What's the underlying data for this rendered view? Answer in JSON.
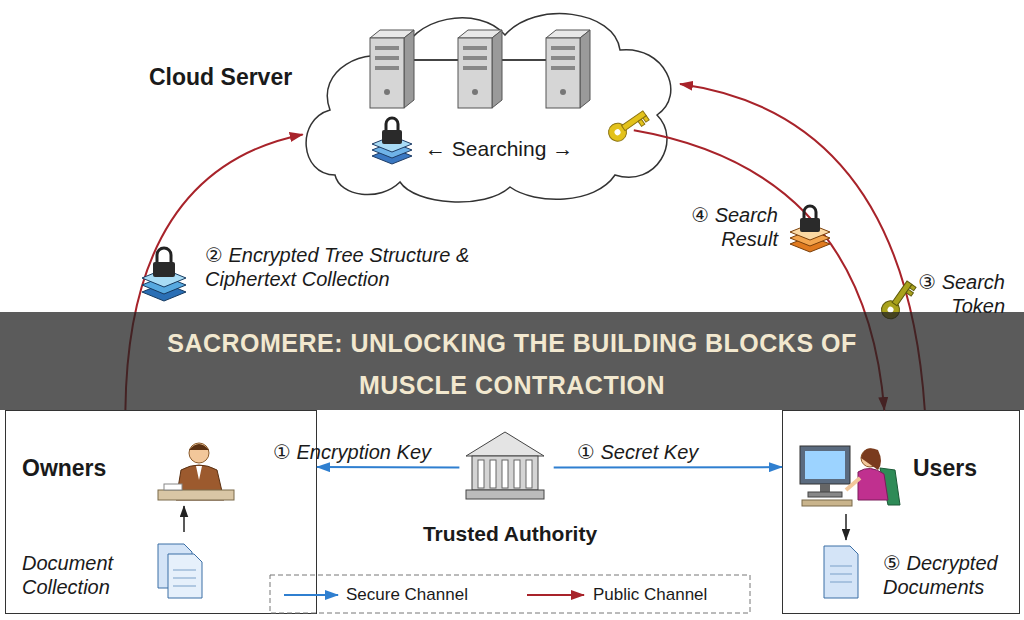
{
  "diagram": {
    "title": "SACROMERE: UNLOCKING THE BUILDING BLOCKS OF MUSCLE CONTRACTION",
    "nodes": [
      {
        "text": [
          "Cloud Server"
        ]
      },
      {
        "text": [
          "Owners",
          "Document Collection"
        ]
      },
      {
        "text": [
          "Trusted Authority"
        ]
      },
      {
        "text": [
          "Users",
          "⑤ Decrypted Documents"
        ]
      }
    ],
    "edges": [
      {
        "from": 1,
        "to": 0,
        "label": "② Encrypted Tree Structure & Ciphertext Collection",
        "arrow": "to"
      },
      {
        "from": 2,
        "to": 1,
        "label": "① Encryption Key",
        "arrow": "to"
      },
      {
        "from": 2,
        "to": 3,
        "label": "① Secret Key",
        "arrow": "to"
      },
      {
        "from": 3,
        "to": 0,
        "label": "③ Search Token",
        "arrow": "to"
      },
      {
        "from": 0,
        "to": 3,
        "label": "④ Search Result",
        "arrow": "to"
      }
    ],
    "labels": [
      "← Searching →"
    ],
    "legend": [
      {
        "text": "Secure Channel"
      },
      {
        "text": "Public Channel"
      }
    ]
  }
}
